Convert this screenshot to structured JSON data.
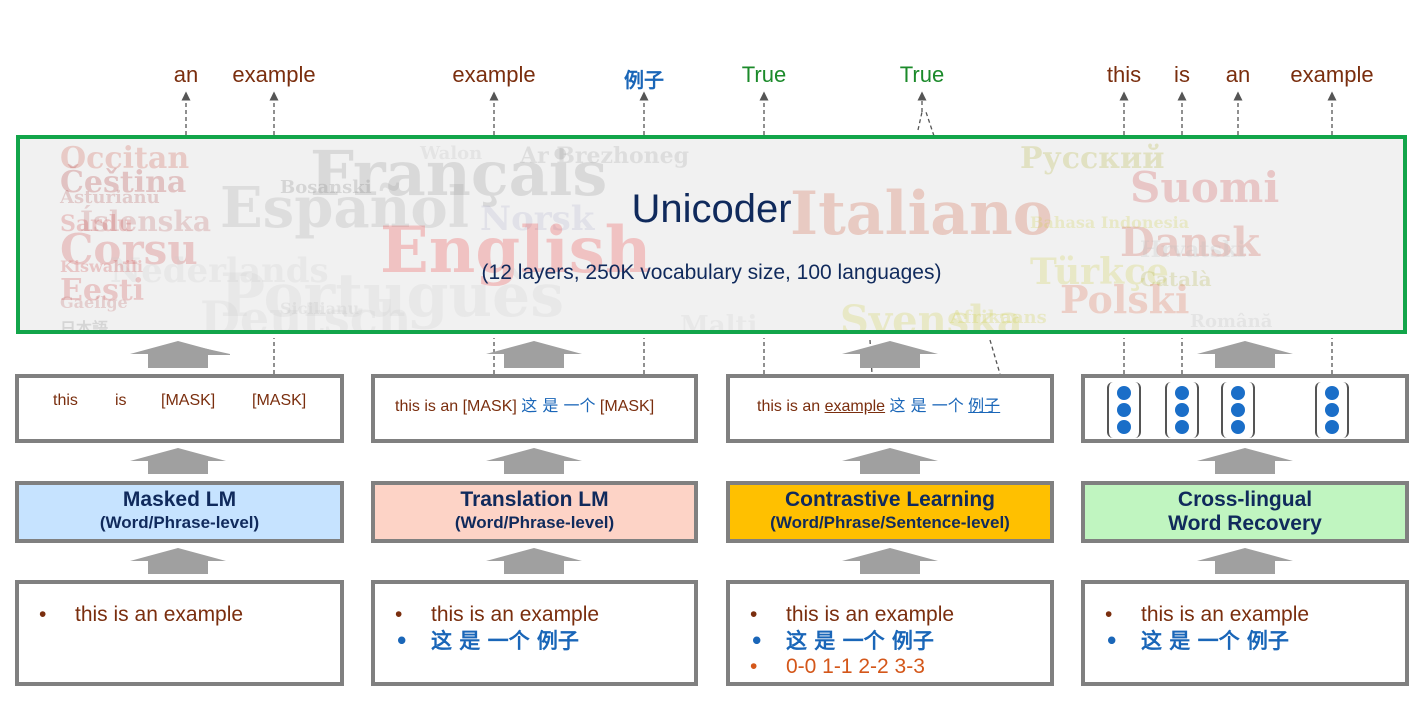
{
  "outputs": {
    "g1": [
      "an",
      "example"
    ],
    "g2": [
      "example",
      "例子"
    ],
    "g3": [
      "True",
      "True"
    ],
    "g4": [
      "this",
      "is",
      "an",
      "example"
    ]
  },
  "model": {
    "title": "Unicoder",
    "subtitle": "(12 layers, 250K vocabulary size, 100 languages)",
    "watermark_words": [
      "Occitan",
      "Čeština",
      "Français",
      "Walon",
      "Ar Brezhoneg",
      "Русский",
      "Asturianu",
      "Suomi",
      "Bosanski",
      "Español",
      "Italiano",
      "Sardu",
      "Íslenska",
      "Norsk",
      "Bahasa Indonesia",
      "Corsu",
      "English",
      "Dansk",
      "Nederlands",
      "Hrvatski",
      "Kiswahili",
      "Türkçe",
      "Eesti",
      "Português",
      "Català",
      "Gaeilge",
      "Polski",
      "Sicilianu",
      "Deutsch",
      "Svenska",
      "日本語",
      "Malti",
      "Română",
      "Afrikaans"
    ]
  },
  "inputs": {
    "masked": [
      "this",
      "is",
      "[MASK]",
      "[MASK]"
    ],
    "translation": {
      "en": "this is an [MASK]",
      "zh": "这 是 一个",
      "tail": "[MASK]"
    },
    "contrastive": {
      "en": "this is an",
      "word": "example",
      "zh": "这 是 一个",
      "zh_word": "例子"
    }
  },
  "tasks": [
    {
      "name": "Masked LM",
      "level": "(Word/Phrase-level)",
      "color": "#c6e3ff"
    },
    {
      "name": "Translation LM",
      "level": "(Word/Phrase-level)",
      "color": "#fdd3c6"
    },
    {
      "name": "Contrastive Learning",
      "level": "(Word/Phrase/Sentence-level)",
      "color": "#ffc000"
    },
    {
      "name": "Cross-lingual",
      "level": "Word Recovery",
      "color": "#c0f5c0"
    }
  ],
  "data": {
    "d1": [
      "this is an example"
    ],
    "d2": [
      "this is an example",
      "这 是 一个 例子"
    ],
    "d3": [
      "this is an example",
      "这 是 一个 例子",
      "0-0 1-1 2-2 3-3"
    ],
    "d4": [
      "this is an example",
      "这 是 一个 例子"
    ]
  },
  "colors": {
    "model_border": "#12a54a",
    "box_border": "#808080",
    "arrow": "#a0a0a0",
    "en_text": "#7a2e0e",
    "zh_text": "#1a66b8",
    "true_text": "#1b8a2a",
    "alignment_text": "#d4571a"
  }
}
